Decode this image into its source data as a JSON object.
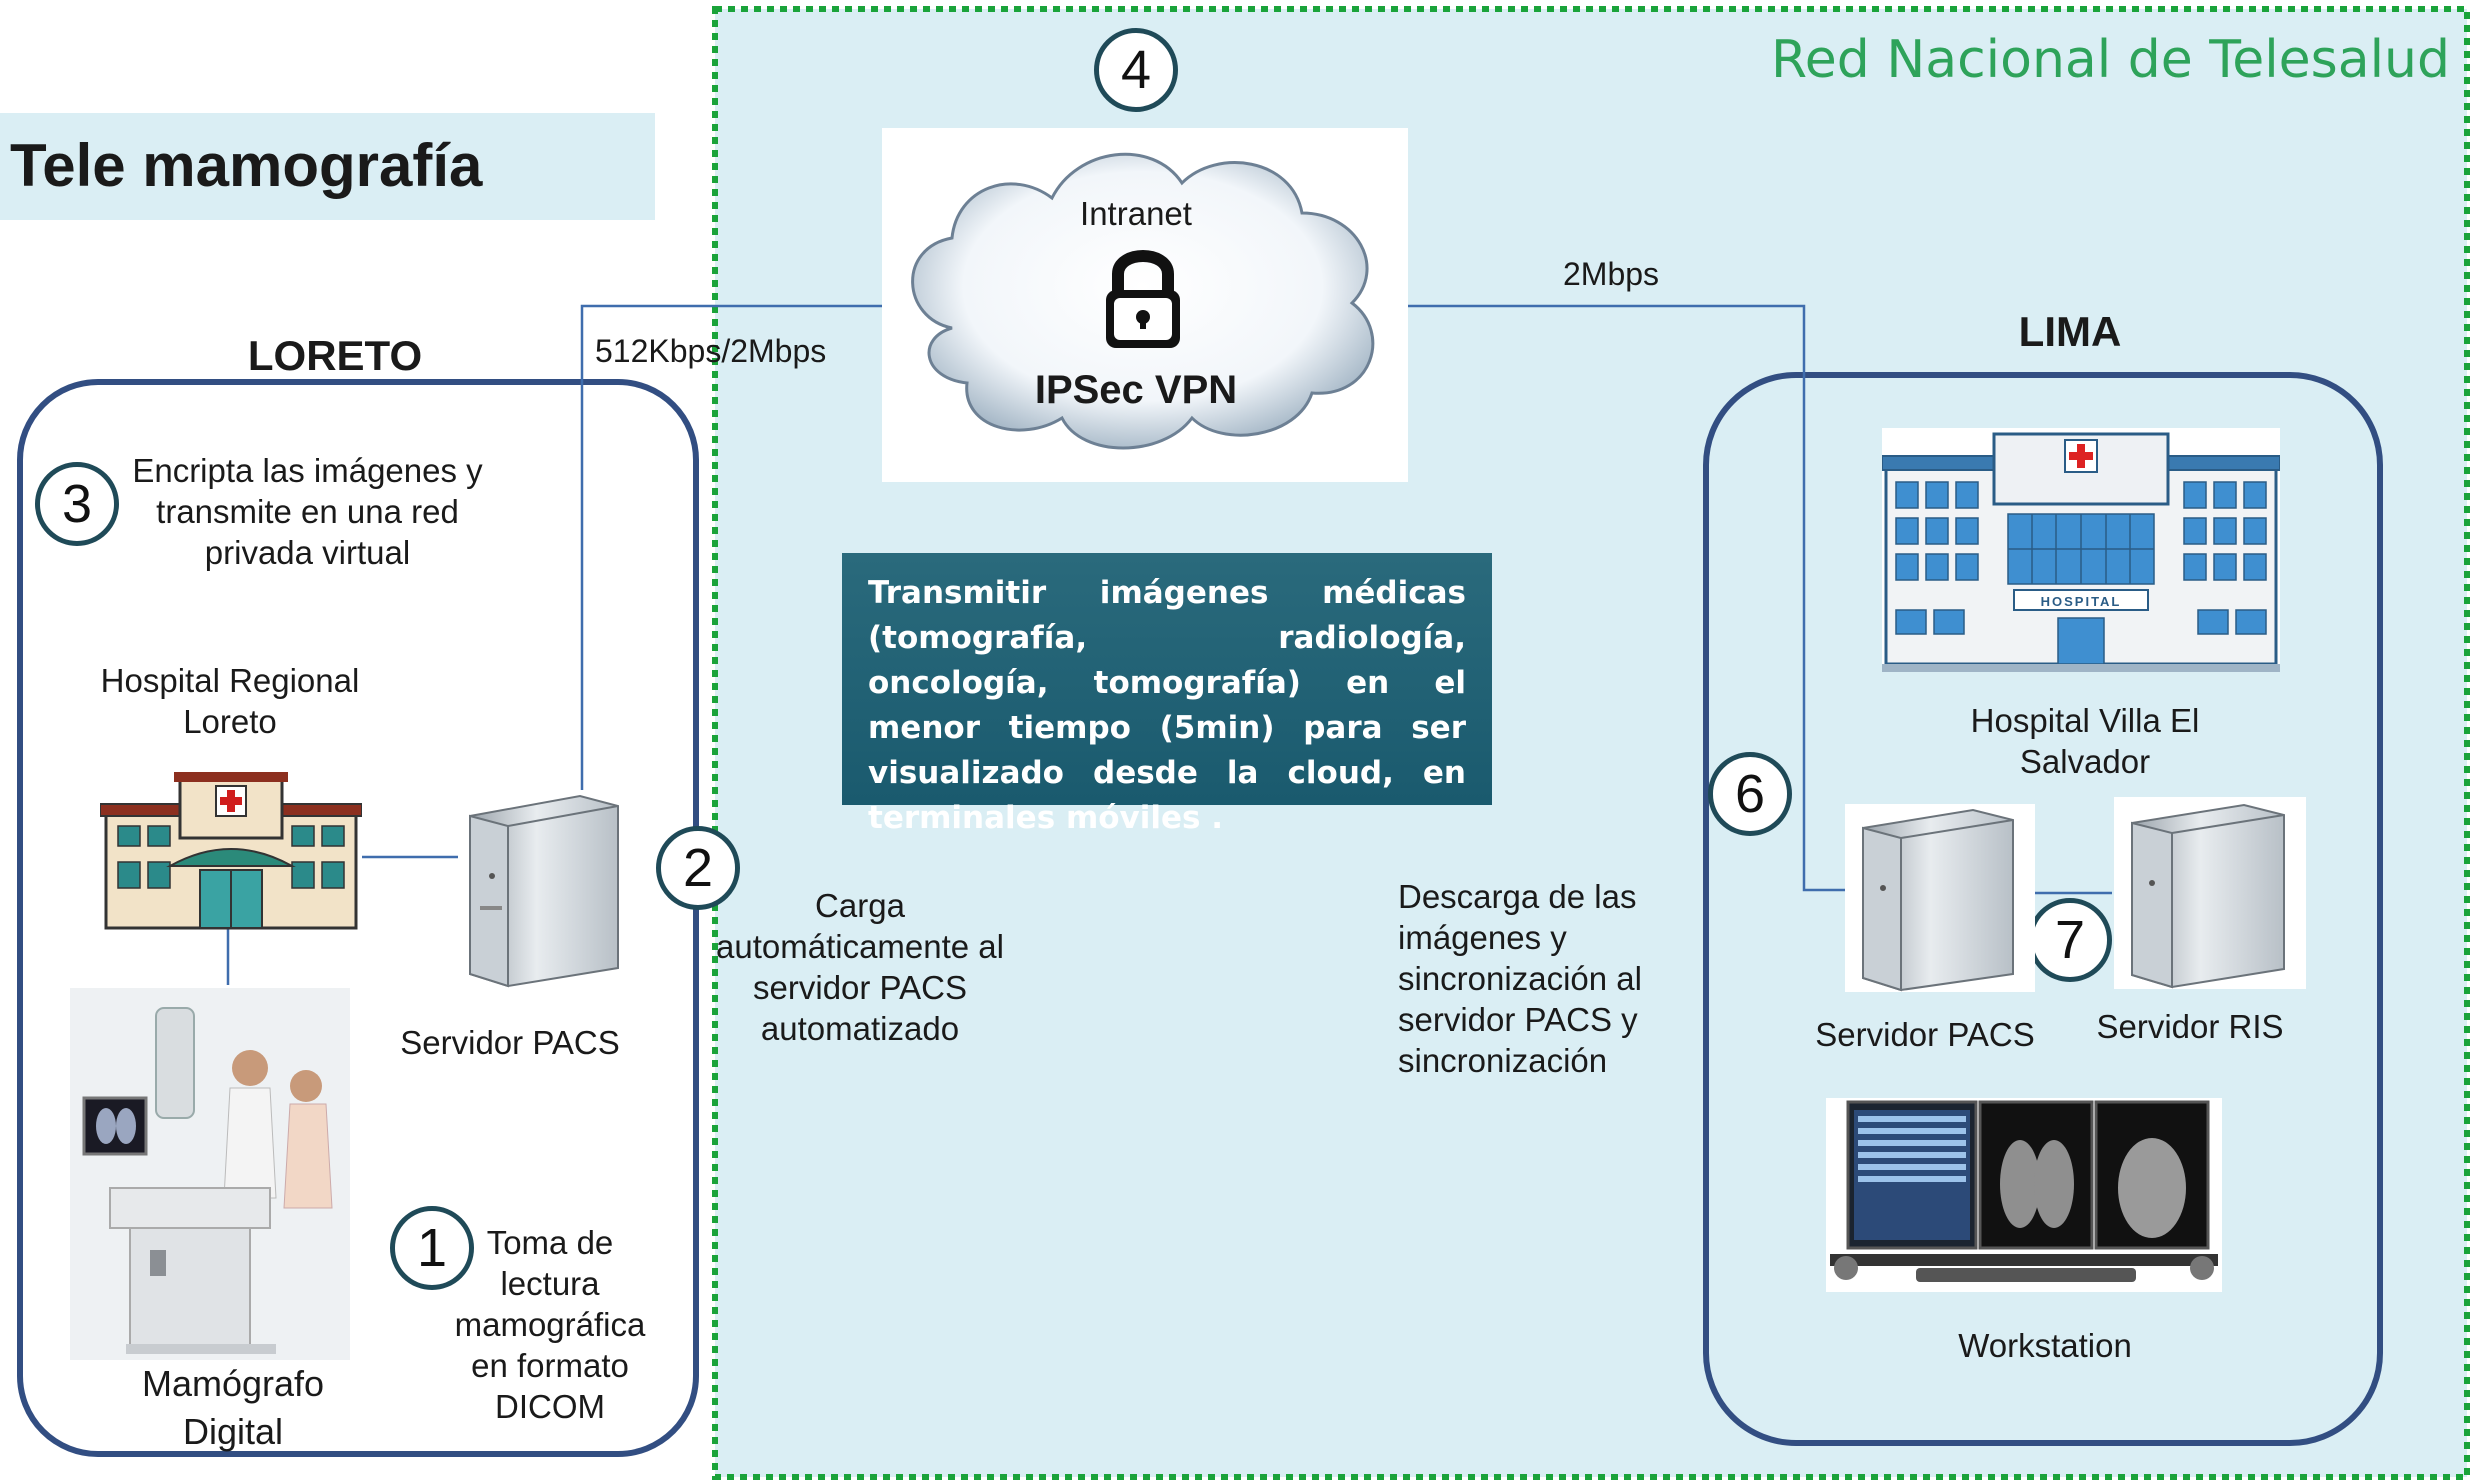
{
  "title": "Tele mamografía",
  "network_title": "Red Nacional de Telesalud",
  "regions": {
    "left": "LORETO",
    "right": "LIMA"
  },
  "cloud": {
    "intranet_label": "Intranet",
    "vpn_label": "IPSec VPN",
    "icon": "lock-icon"
  },
  "links": {
    "left_speed": "512Kbps/2Mbps",
    "right_speed": "2Mbps"
  },
  "info_box": {
    "text": "Transmitir imágenes médicas (tomografía, radiología, oncología, tomografía) en el menor tiempo (5min) para ser visualizado desde la cloud, en terminales móviles ."
  },
  "steps": [
    {
      "number": "1",
      "text": "Toma de lectura mamográfica en formato DICOM"
    },
    {
      "number": "2",
      "text": "Carga automáticamente al servidor PACS automatizado"
    },
    {
      "number": "3",
      "text": "Encripta las imágenes y transmite en una red privada virtual"
    },
    {
      "number": "4"
    },
    {
      "number": "6",
      "text": "Descarga de las imágenes y sincronización al servidor PACS y sincronización"
    },
    {
      "number": "7"
    }
  ],
  "nodes": {
    "hospital_left": "Hospital Regional Loreto",
    "pacs_left": "Servidor PACS",
    "mammograph": "Mamógrafo Digital",
    "hospital_right": "Hospital Villa El Salvador",
    "pacs_right": "Servidor PACS",
    "ris_right": "Servidor RIS",
    "workstation": "Workstation",
    "hospital_sign": "HOSPITAL"
  },
  "colors": {
    "network_bg": "#daeef4",
    "network_border": "#1aa33a",
    "network_title": "#2ea35a",
    "region_border": "#324e82",
    "circle_border": "#1f4a58",
    "info_box": "#1f6476",
    "line": "#3f6dad"
  }
}
